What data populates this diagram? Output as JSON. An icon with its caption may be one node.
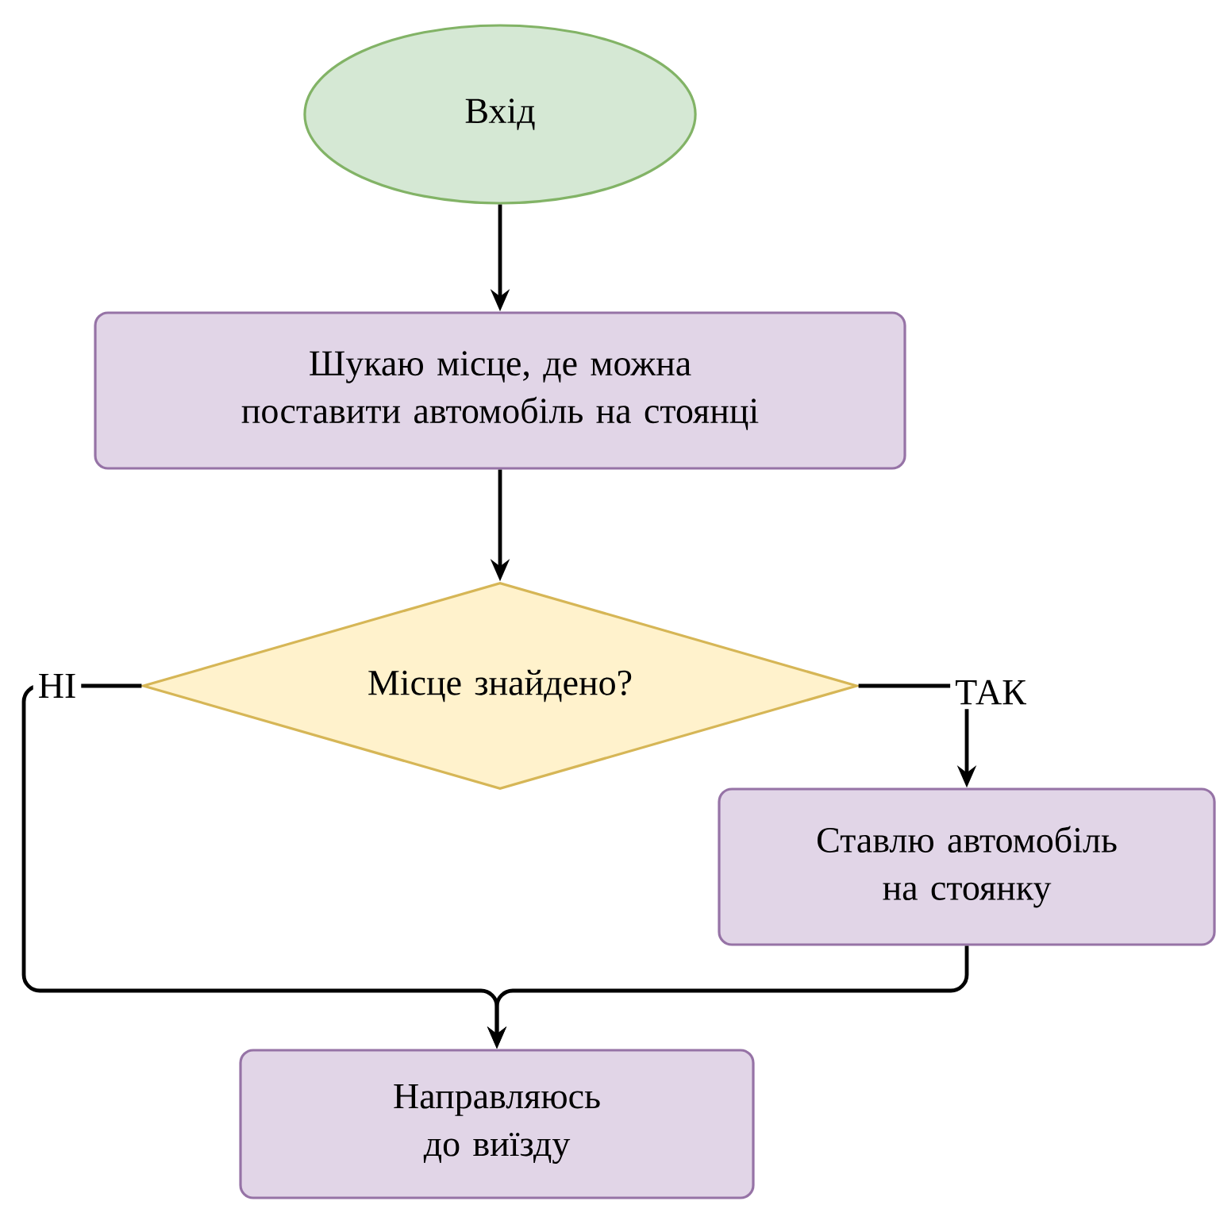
{
  "diagram": {
    "nodes": [
      {
        "text": [
          "Вхід"
        ]
      },
      {
        "text": [
          "Шукаю місце, де можна поставити автомобіль на стоянці"
        ]
      },
      {
        "text": [
          "Місце знайдено?"
        ]
      },
      {
        "text": [
          "Ставлю автомобіль на стоянку"
        ]
      },
      {
        "text": [
          "Направляюсь до виїзду"
        ]
      }
    ],
    "edges": [
      {
        "from": 0,
        "to": 1,
        "arrow": "to"
      },
      {
        "from": 1,
        "to": 2,
        "arrow": "to"
      },
      {
        "from": 2,
        "to": 3,
        "arrow": "to",
        "label": "ТАК"
      },
      {
        "from": 2,
        "to": 4,
        "arrow": "to",
        "label": "НІ"
      },
      {
        "from": 3,
        "to": 4,
        "arrow": "to"
      }
    ]
  }
}
